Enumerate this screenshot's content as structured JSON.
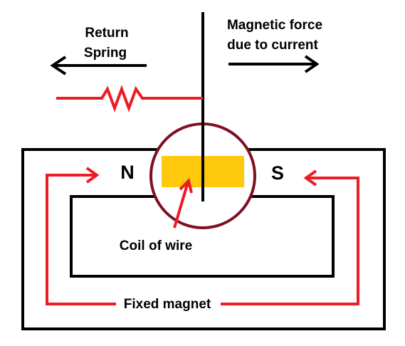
{
  "labels": {
    "return_spring_line1": "Return",
    "return_spring_line2": "Spring",
    "magnetic_force_line1": "Magnetic force",
    "magnetic_force_line2": "due to current",
    "north_pole": "N",
    "south_pole": "S",
    "coil": "Coil of wire",
    "fixed_magnet": "Fixed magnet"
  },
  "colors": {
    "outline": "#000000",
    "field_lines": "#ed1c24",
    "coil_fill": "#ffc90e",
    "armature_circle": "#7f0f23",
    "text": "#000000"
  }
}
